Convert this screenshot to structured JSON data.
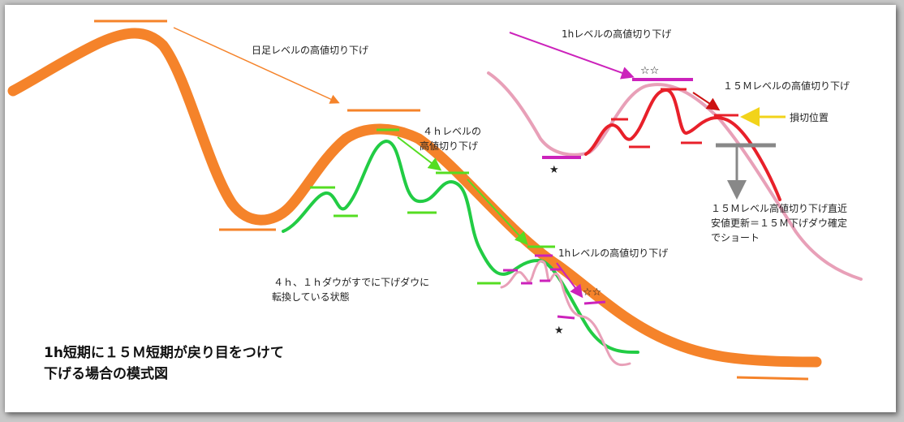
{
  "labels": {
    "daily_lower_high": "日足レベルの高値切り下げ",
    "h4_lower_high_line1": "４ｈレベルの",
    "h4_lower_high_line2": "高値切り下げ",
    "h1_lower_high_top": "1hレベルの高値切り下げ",
    "h1_lower_high_mid": "1hレベルの高値切り下げ",
    "m15_lower_high": "１５Ｍレベルの高値切り下げ",
    "stop_loss_position": "損切位置",
    "m15_note_line1": "１５Ｍレベル高値切り下げ直近",
    "m15_note_line2": "安値更新＝１５Ｍ下げダウ確定",
    "m15_note_line3": "でショート",
    "trend_note_line1": "４ｈ、１ｈダウがすでに下げダウに",
    "trend_note_line2": "転換している状態",
    "title_line1": "1h短期に１５Ｍ短期が戻り目をつけて",
    "title_line2": "下げる場合の模式図"
  },
  "markers": {
    "double_star": "☆☆",
    "single_star": "★"
  },
  "colors": {
    "daily": "#f5832a",
    "h4": "#22cc44",
    "h1": "#e8a0b8",
    "m15": "#e8202a",
    "magenta": "#cc22bb",
    "stop_arrow": "#f2d31a",
    "gray": "#888888"
  }
}
